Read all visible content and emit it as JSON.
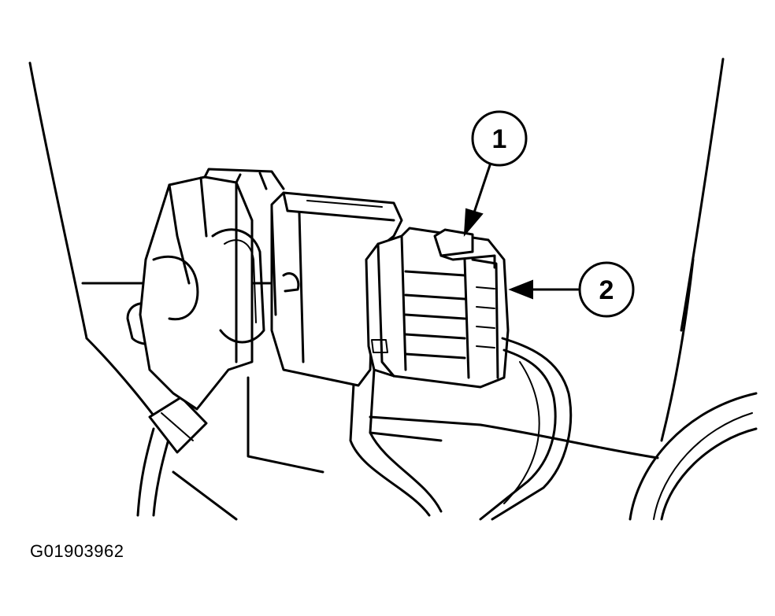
{
  "figure_id": "G01903962",
  "callouts": [
    {
      "number": "1",
      "refers_to": "connector-locking-tab"
    },
    {
      "number": "2",
      "refers_to": "electrical-connector"
    }
  ],
  "colors": {
    "line": "#000000",
    "background": "#ffffff"
  }
}
